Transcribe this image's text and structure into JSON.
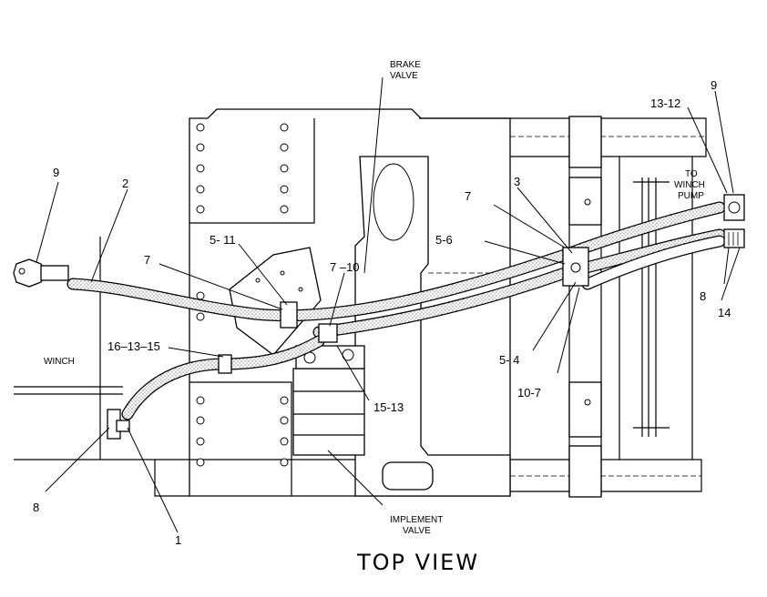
{
  "title": "TOP VIEW",
  "labels": {
    "brake_valve_1": "BRAKE",
    "brake_valve_2": "VALVE",
    "implement_valve_1": "IMPLEMENT",
    "implement_valve_2": "VALVE",
    "to_winch_pump_1": "TO",
    "to_winch_pump_2": "WINCH",
    "to_winch_pump_3": "PUMP",
    "winch": "WINCH"
  },
  "callouts": {
    "c9_left": "9",
    "c2": "2",
    "c7_left": "7",
    "c5_11": "5- 11",
    "c7_10": "7 –10",
    "c16_13_15": "16–13–15",
    "c15_13": "15-13",
    "c8_left": "8",
    "c1": "1",
    "c7_right": "7",
    "c3": "3",
    "c5_6": "5-6",
    "c5_4": "5- 4",
    "c10_7": "10-7",
    "c13_12": "13-12",
    "c9_right": "9",
    "c8_right": "8",
    "c14": "14"
  }
}
